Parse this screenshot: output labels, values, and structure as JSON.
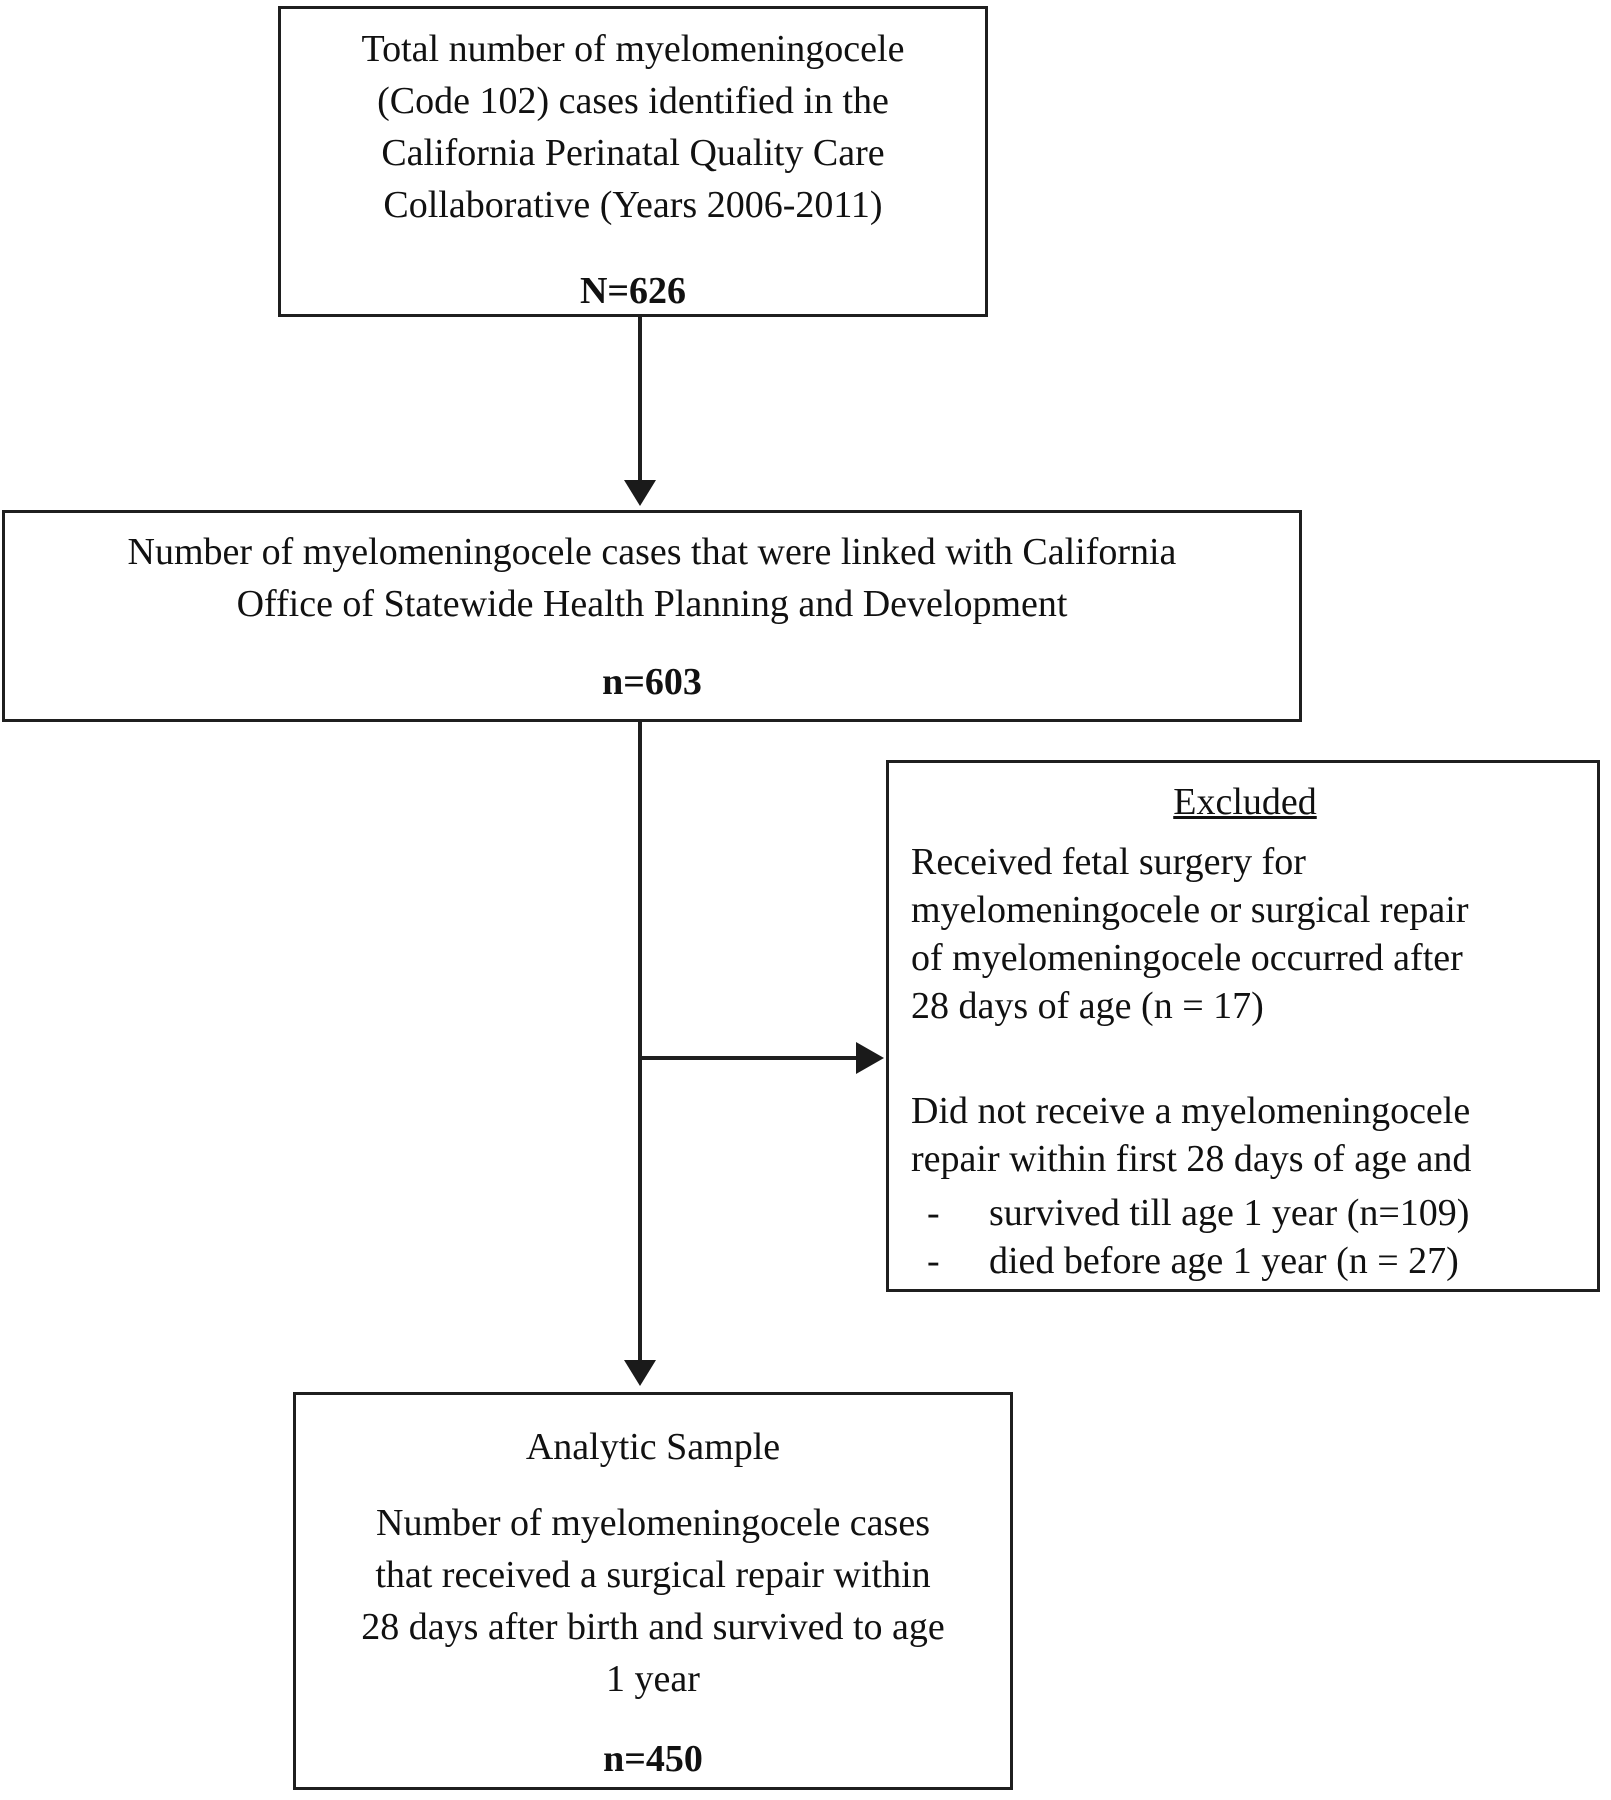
{
  "page": {
    "background_color": "#ffffff",
    "ink_color": "#1a1a1a"
  },
  "flowchart": {
    "box_total": {
      "lines": [
        "Total number of myelomeningocele",
        "(Code 102) cases identified in the",
        "California Perinatal Quality Care",
        "Collaborative (Years 2006-2011)"
      ],
      "count": "N=626"
    },
    "box_linked": {
      "lines": [
        "Number of myelomeningocele cases that were linked with California",
        "Office of Statewide Health Planning and Development"
      ],
      "count": "n=603"
    },
    "box_excluded": {
      "title": "Excluded",
      "reason1_lines": [
        "Received fetal surgery for",
        "myelomeningocele or surgical repair",
        "of myelomeningocele occurred after",
        "28 days of age (n = 17)"
      ],
      "reason2_lines": [
        "Did not receive a myelomeningocele",
        "repair within first 28 days of age and"
      ],
      "bullets": [
        {
          "marker": "-",
          "text": "survived till age 1 year (n=109)"
        },
        {
          "marker": "-",
          "text": "died before age 1 year (n = 27)"
        }
      ]
    },
    "box_analytic": {
      "title": "Analytic Sample",
      "lines": [
        "Number of myelomeningocele cases",
        "that received a surgical repair within",
        "28 days after birth and survived to age",
        "1 year"
      ],
      "count": "n=450"
    }
  }
}
